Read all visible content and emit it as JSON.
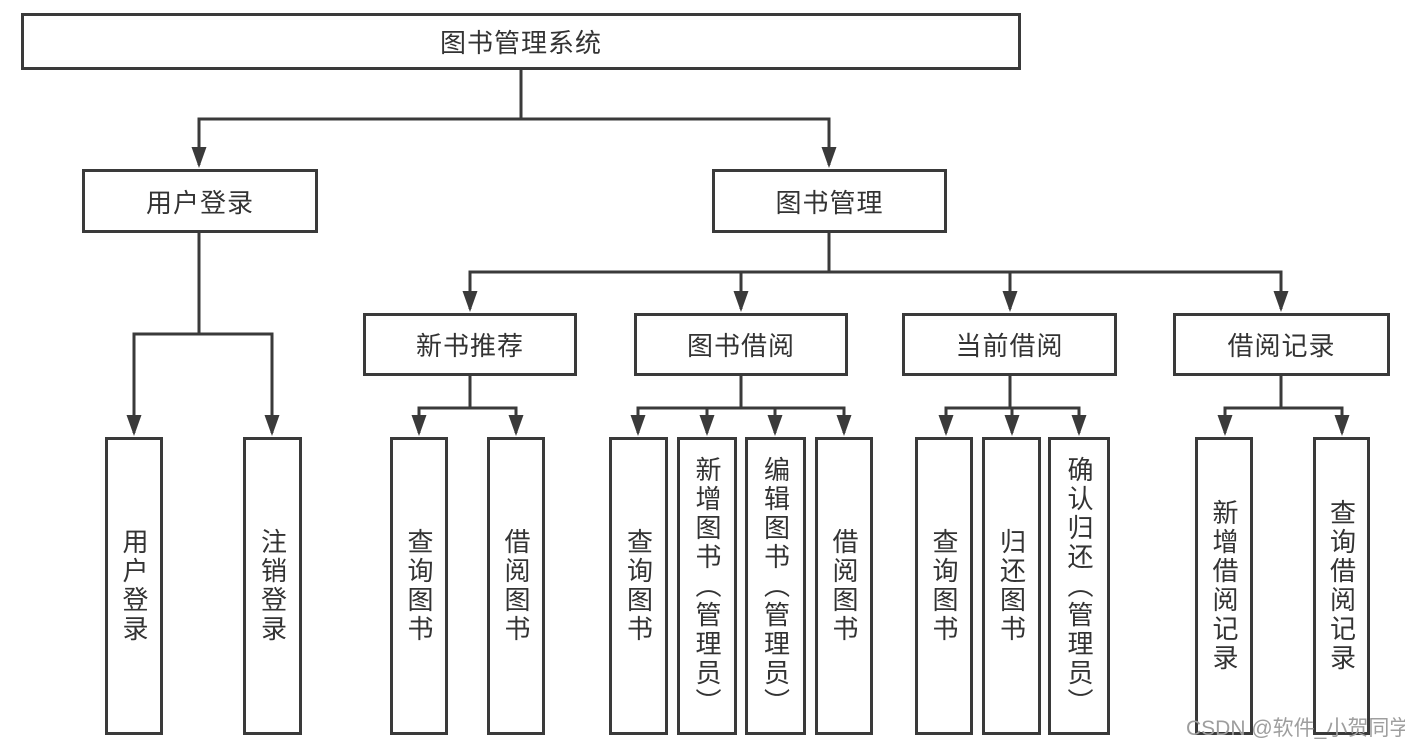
{
  "diagram_type": "hierarchy-tree",
  "tree": {
    "root": {
      "label": "图书管理系统"
    },
    "branches": [
      {
        "label": "用户登录",
        "children": [
          {
            "label": "用户登录"
          },
          {
            "label": "注销登录"
          }
        ]
      },
      {
        "label": "图书管理",
        "children": [
          {
            "label": "新书推荐",
            "children": [
              {
                "label": "查询图书"
              },
              {
                "label": "借阅图书"
              }
            ]
          },
          {
            "label": "图书借阅",
            "children": [
              {
                "label": "查询图书"
              },
              {
                "label": "新增图书（管理员）"
              },
              {
                "label": "编辑图书（管理员）"
              },
              {
                "label": "借阅图书"
              }
            ]
          },
          {
            "label": "当前借阅",
            "children": [
              {
                "label": "查询图书"
              },
              {
                "label": "归还图书"
              },
              {
                "label": "确认归还（管理员）"
              }
            ]
          },
          {
            "label": "借阅记录",
            "children": [
              {
                "label": "新增借阅记录"
              },
              {
                "label": "查询借阅记录"
              }
            ]
          }
        ]
      }
    ]
  },
  "watermark": {
    "text": "CSDN @软件_小贺同学",
    "color": "#9e9e9e"
  },
  "colors": {
    "line": "#3a3a3a",
    "box_border": "#3a3a3a",
    "text": "#333333",
    "background": "#ffffff"
  }
}
